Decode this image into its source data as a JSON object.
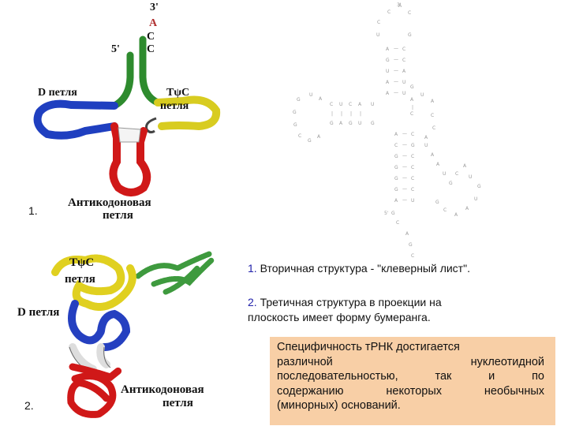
{
  "diagram1": {
    "number": "1.",
    "end_3": "3'",
    "end_5": "5'",
    "acceptor_letters": [
      "A",
      "C",
      "C"
    ],
    "d_loop": "D петля",
    "tpsic_loop_line1": "TψC",
    "tpsic_loop_line2": "петля",
    "anticodon_line1": "Антикодоновая",
    "anticodon_line2": "петля",
    "colors": {
      "acceptor": "#2e8b2e",
      "d_arm": "#1f3fc0",
      "tpsic_arm": "#d8cc20",
      "anticodon_arm": "#d01818",
      "variable_loop": "#444444"
    }
  },
  "diagram2": {
    "number": "2.",
    "tpsic_loop_line1": "TψC",
    "tpsic_loop_line2": "петля",
    "d_loop": "D петля",
    "anticodon_line1": "Антикодоновая",
    "anticodon_line2": "петля"
  },
  "sequence_diagram": {
    "end_3": "3'",
    "end_5": "5'"
  },
  "captions": {
    "item1_number": "1.",
    "item1_text": "Вторичная структура - \"клеверный лист\".",
    "item2_number": "2.",
    "item2_text_line1": "Третичная структура в проекции на",
    "item2_text_line2": "плоскость имеет форму бумеранга."
  },
  "specificity_note": {
    "line1": "Специфичность тРНК достигается",
    "line2": "различной нуклеотидной",
    "line3": "последовательностью, так и по",
    "line4": "содержанию некоторых необычных",
    "line5": "(минорных) оснований."
  }
}
